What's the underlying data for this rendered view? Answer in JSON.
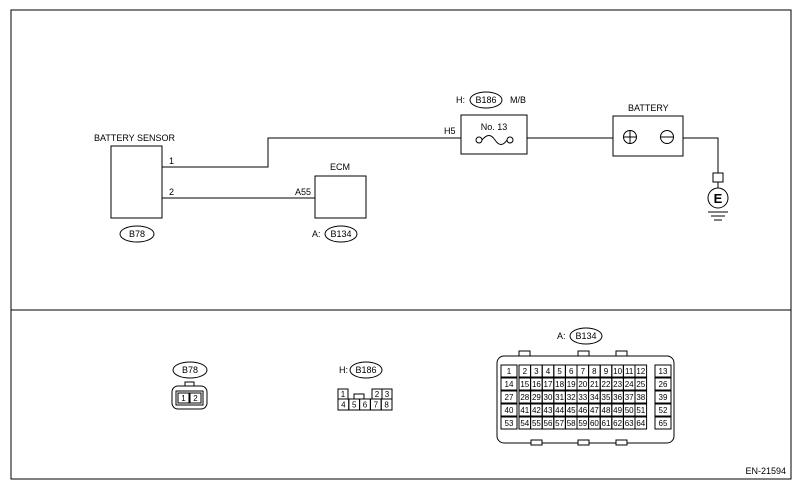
{
  "figure_id": "EN-21594",
  "components": {
    "battery_sensor": {
      "title": "BATTERY SENSOR",
      "connector": "B78",
      "pin1": "1",
      "pin2": "2"
    },
    "ecm": {
      "title": "ECM",
      "prefix": "A:",
      "connector": "B134",
      "terminal": "A55"
    },
    "fuse_box": {
      "prefix": "H:",
      "connector": "B186",
      "title": "M/B",
      "terminal": "H5",
      "fuse": "No. 13"
    },
    "battery": {
      "title": "BATTERY"
    },
    "ground": {
      "symbol": "E"
    }
  },
  "connectors": {
    "b78": {
      "name": "B78",
      "pins": [
        "1",
        "2"
      ]
    },
    "b186": {
      "prefix": "H:",
      "name": "B186",
      "top_pins": [
        "1",
        "2",
        "3"
      ],
      "bottom_pins": [
        "4",
        "5",
        "6",
        "7",
        "8"
      ]
    },
    "b134": {
      "prefix": "A:",
      "name": "B134",
      "rows": [
        {
          "left": "1",
          "pins": [
            "2",
            "3",
            "4",
            "5",
            "6",
            "7",
            "8",
            "9",
            "10",
            "11",
            "12"
          ],
          "right": "13"
        },
        {
          "left": "14",
          "pins": [
            "15",
            "16",
            "17",
            "18",
            "19",
            "20",
            "21",
            "22",
            "23",
            "24",
            "25"
          ],
          "right": "26"
        },
        {
          "left": "27",
          "pins": [
            "28",
            "29",
            "30",
            "31",
            "32",
            "33",
            "34",
            "35",
            "36",
            "37",
            "38"
          ],
          "right": "39"
        },
        {
          "left": "40",
          "pins": [
            "41",
            "42",
            "43",
            "44",
            "45",
            "46",
            "47",
            "48",
            "49",
            "50",
            "51"
          ],
          "right": "52"
        },
        {
          "left": "53",
          "pins": [
            "54",
            "55",
            "56",
            "57",
            "58",
            "59",
            "60",
            "61",
            "62",
            "63",
            "64"
          ],
          "right": "65"
        }
      ]
    }
  }
}
